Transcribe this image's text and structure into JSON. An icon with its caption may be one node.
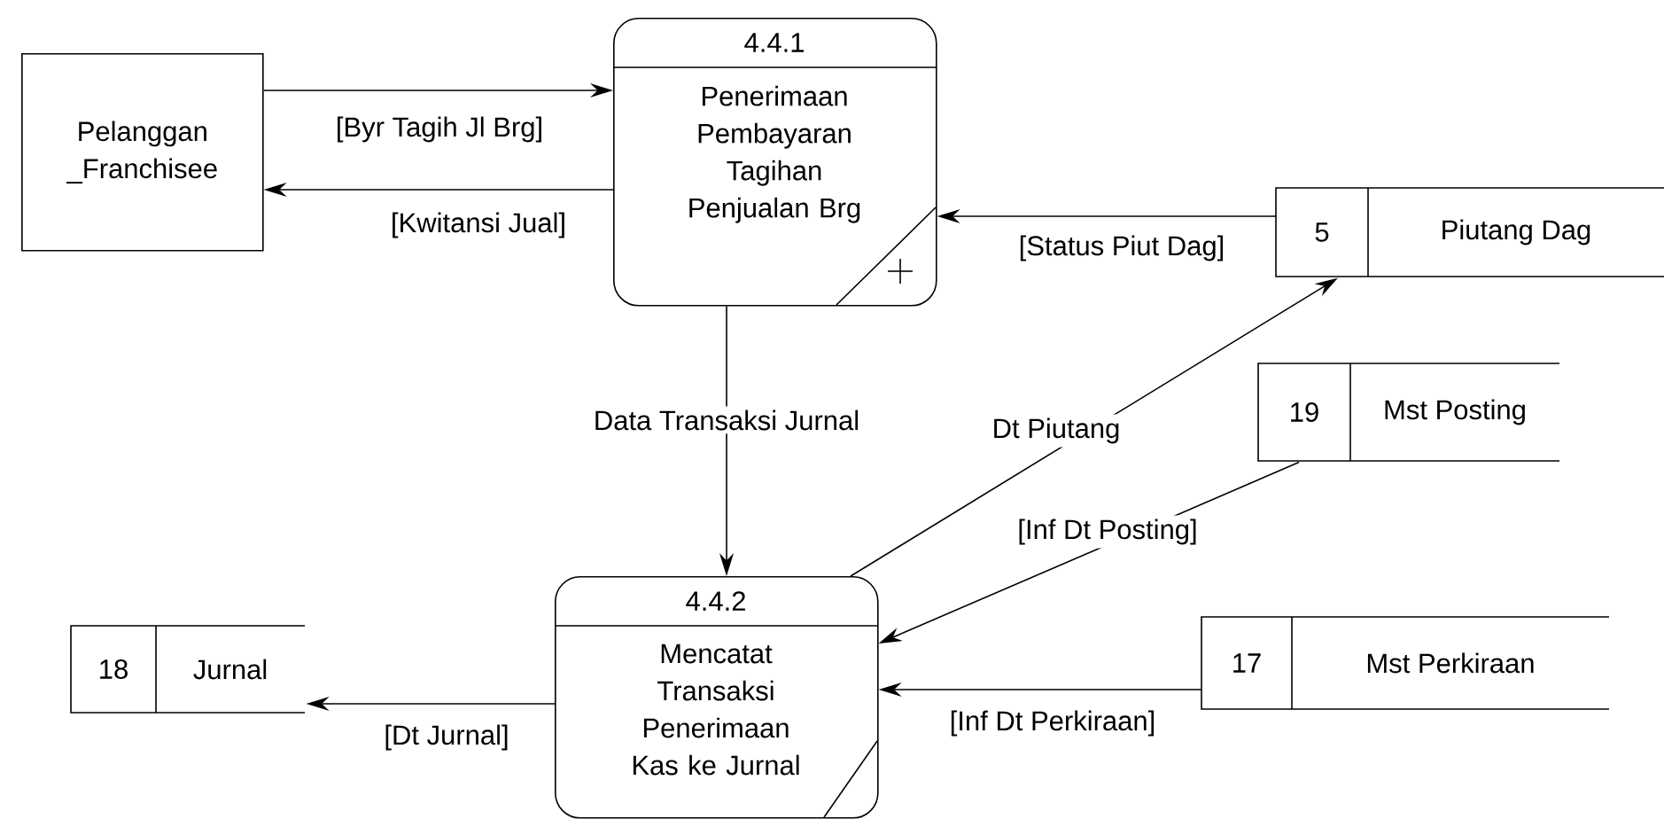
{
  "diagram": {
    "nodes": [
      {
        "text": [
          "Pelanggan _Franchisee"
        ]
      },
      {
        "text": [
          "4.4.1",
          "Penerimaan Pembayaran Tagihan Penjualan Brg"
        ]
      },
      {
        "text": [
          "5",
          "Piutang Dag"
        ]
      },
      {
        "text": [
          "19",
          "Mst Posting"
        ]
      },
      {
        "text": [
          "4.4.2",
          "Mencatat Transaksi Penerimaan Kas ke Jurnal"
        ]
      },
      {
        "text": [
          "18",
          "Jurnal"
        ]
      },
      {
        "text": [
          "17",
          "Mst Perkiraan"
        ]
      }
    ],
    "edges": [
      {
        "from": 0,
        "to": 1,
        "arrow": "to",
        "label": "[Byr Tagih Jl Brg]"
      },
      {
        "from": 1,
        "to": 0,
        "arrow": "to",
        "label": "[Kwitansi Jual]"
      },
      {
        "from": 2,
        "to": 1,
        "arrow": "to",
        "label": "[Status Piut Dag]"
      },
      {
        "from": 1,
        "to": 4,
        "arrow": "to",
        "label": "Data Transaksi Jurnal"
      },
      {
        "from": 4,
        "to": 2,
        "arrow": "to",
        "label": "Dt Piutang"
      },
      {
        "from": 3,
        "to": 4,
        "arrow": "to",
        "label": "[Inf Dt Posting]"
      },
      {
        "from": 6,
        "to": 4,
        "arrow": "to",
        "label": "[Inf Dt Perkiraan]"
      },
      {
        "from": 4,
        "to": 5,
        "arrow": "to",
        "label": "[Dt Jurnal]"
      }
    ]
  }
}
